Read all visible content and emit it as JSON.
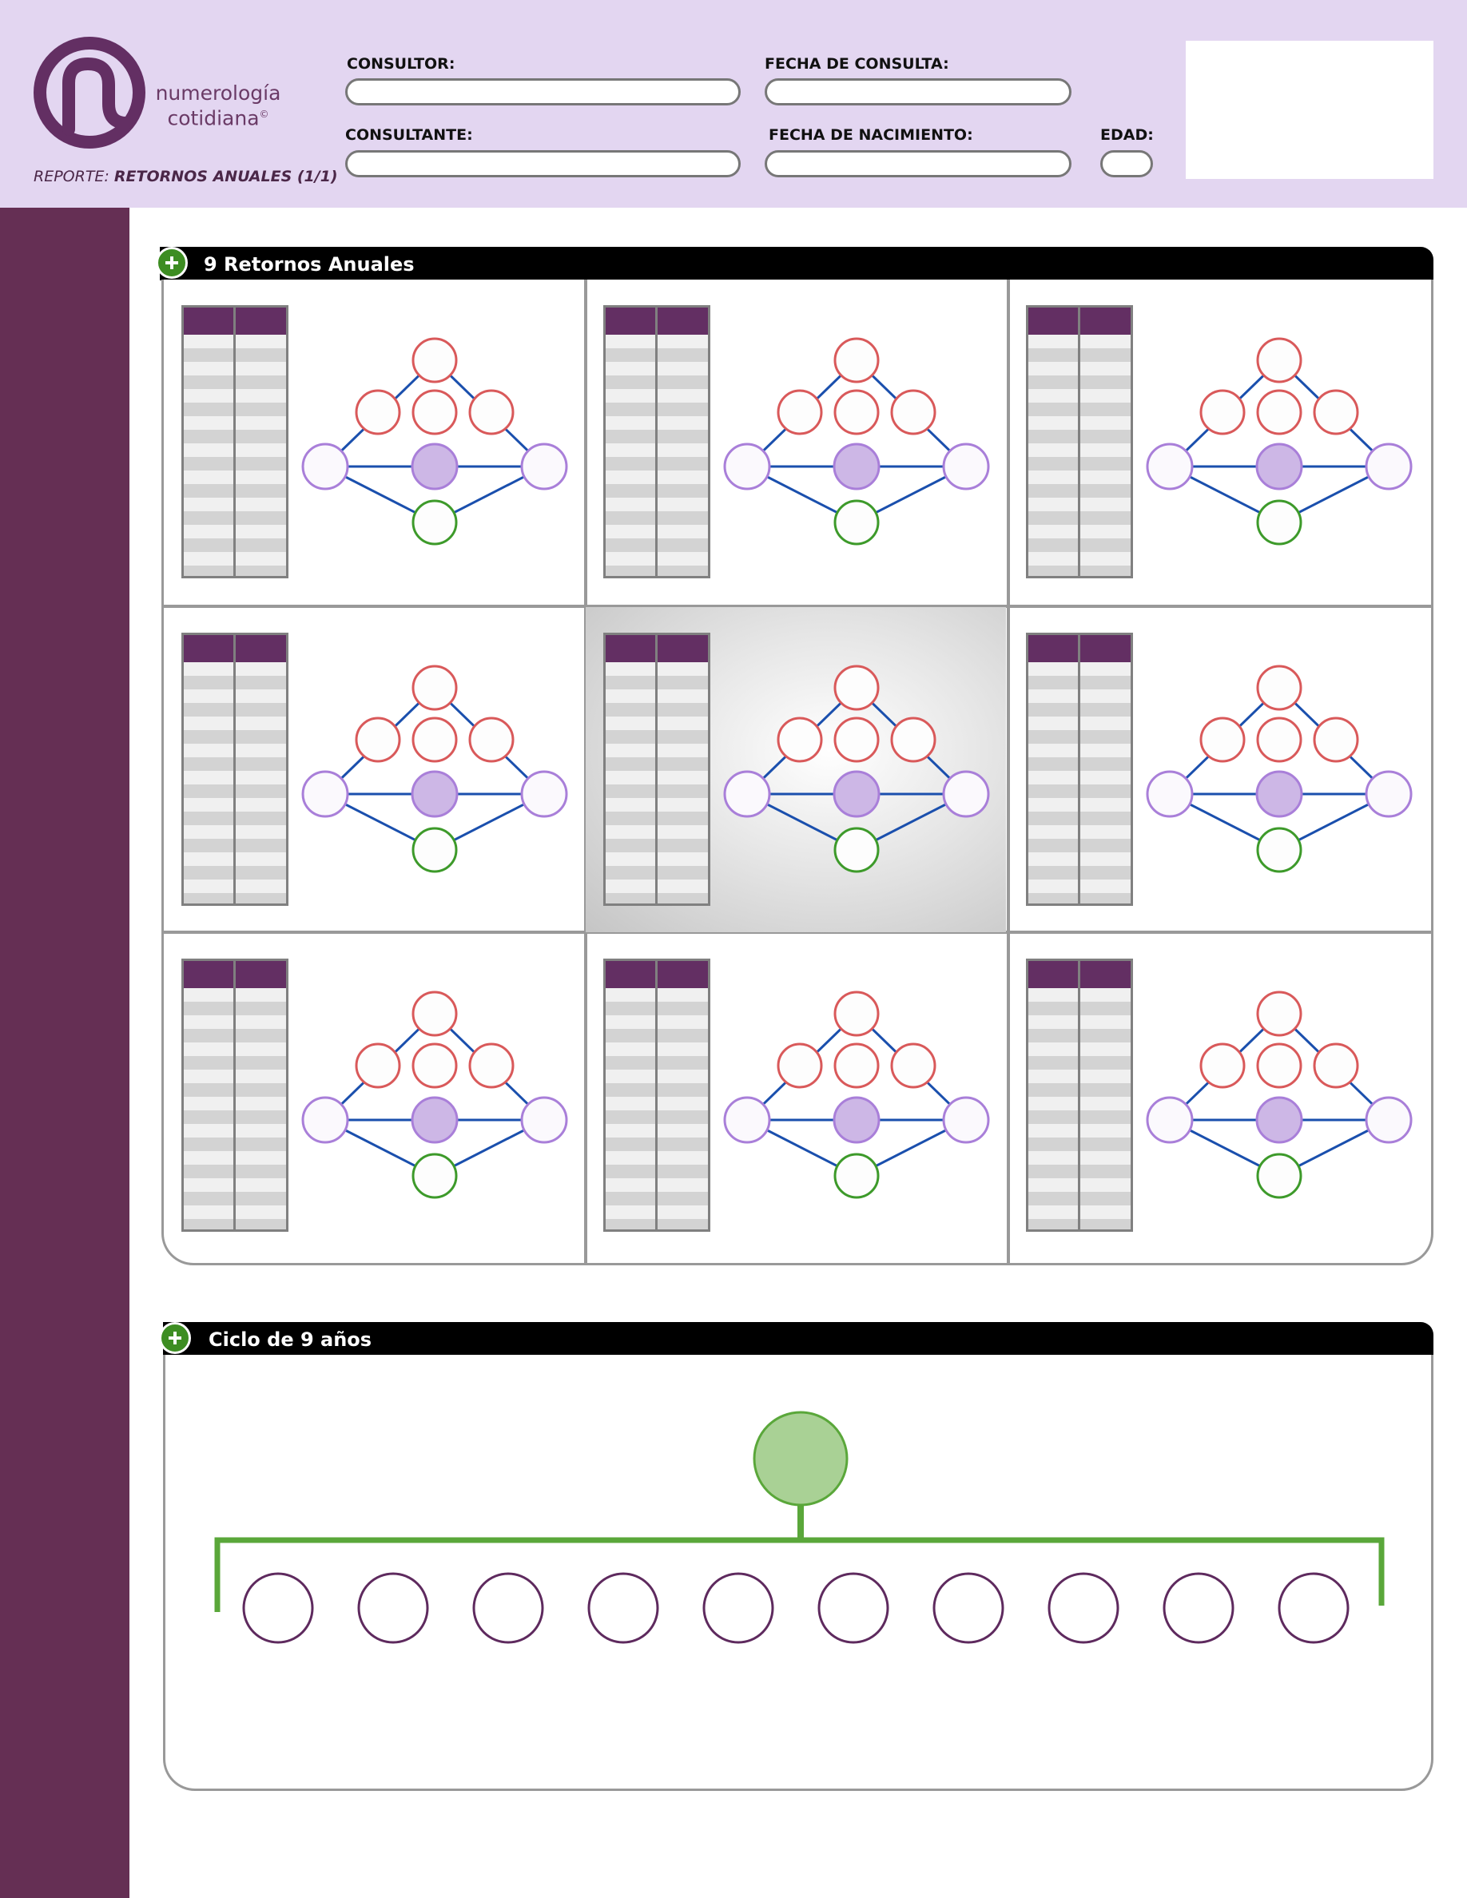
{
  "header": {
    "brand_line1": "numerología",
    "brand_line2": "cotidiana",
    "brand_mark": "©",
    "report_prefix": "REPORTE:",
    "report_name": "RETORNOS ANUALES (1/1)",
    "fields": {
      "consultor_label": "CONSULTOR:",
      "consultor_value": "",
      "fecha_consulta_label": "FECHA DE CONSULTA:",
      "fecha_consulta_value": "",
      "consultante_label": "CONSULTANTE:",
      "consultante_value": "",
      "fecha_nacimiento_label": "FECHA DE NACIMIENTO:",
      "fecha_nacimiento_value": "",
      "edad_label": "EDAD:",
      "edad_value": ""
    }
  },
  "sections": {
    "retornos": {
      "title": "9 Retornos Anuales",
      "cells": 9,
      "highlighted_cell": 5
    },
    "ciclo": {
      "title": "Ciclo de 9 años",
      "circles": 10
    }
  },
  "colors": {
    "header_bg": "#e3d6f1",
    "sidebar_bg": "#652f54",
    "brand_purple": "#6a3a66",
    "table_head": "#632f63",
    "node_red": "#d9595a",
    "node_lavender": "#a97fd9",
    "node_green": "#3d9a2a",
    "edge_blue": "#1a4fad",
    "cycle_green": "#5aa73a",
    "cycle_circle": "#5e2a5e"
  },
  "icons": {
    "logo": "numerologia-logo-icon",
    "section_toggle": "plus-icon"
  }
}
